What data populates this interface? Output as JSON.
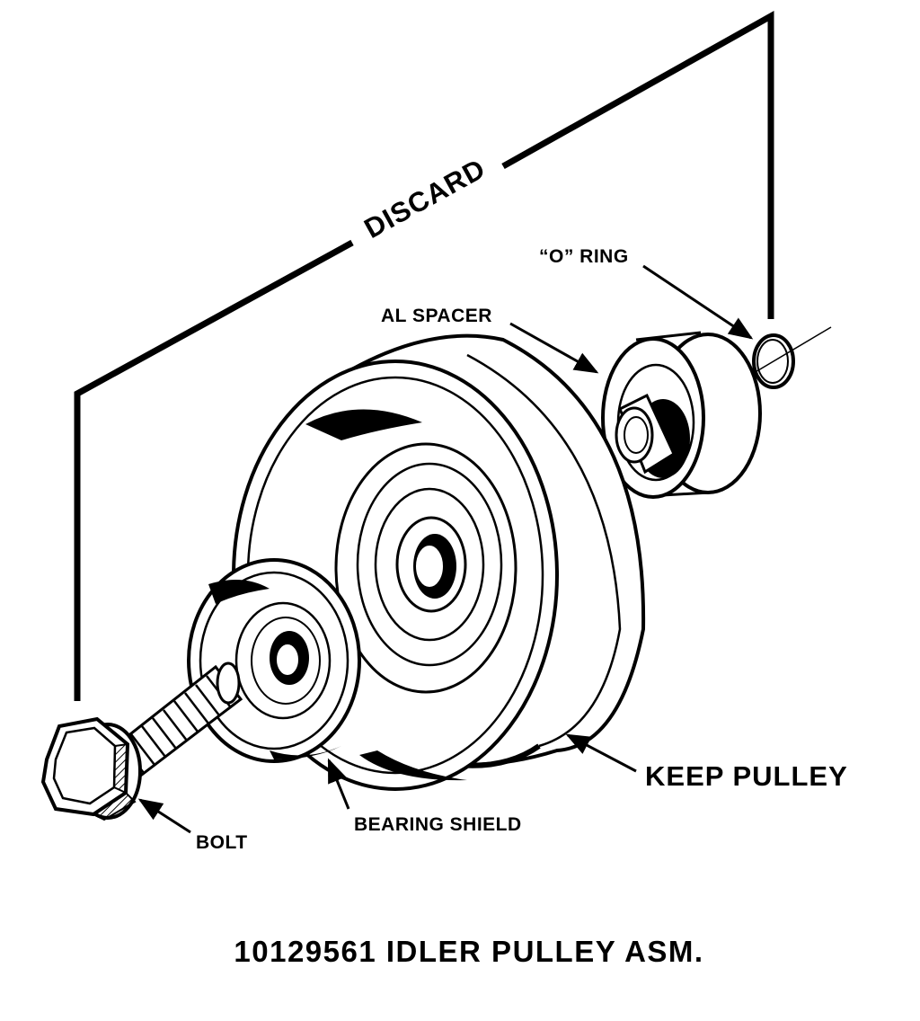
{
  "labels": {
    "discard": "DISCARD",
    "o_ring": "“O” RING",
    "al_spacer": "AL SPACER",
    "keep_pulley": "KEEP PULLEY",
    "bearing_shield": "BEARING SHIELD",
    "bolt": "BOLT"
  },
  "caption": "10129561 IDLER PULLEY ASM.",
  "colors": {
    "ink": "#000000",
    "paper": "#ffffff"
  }
}
